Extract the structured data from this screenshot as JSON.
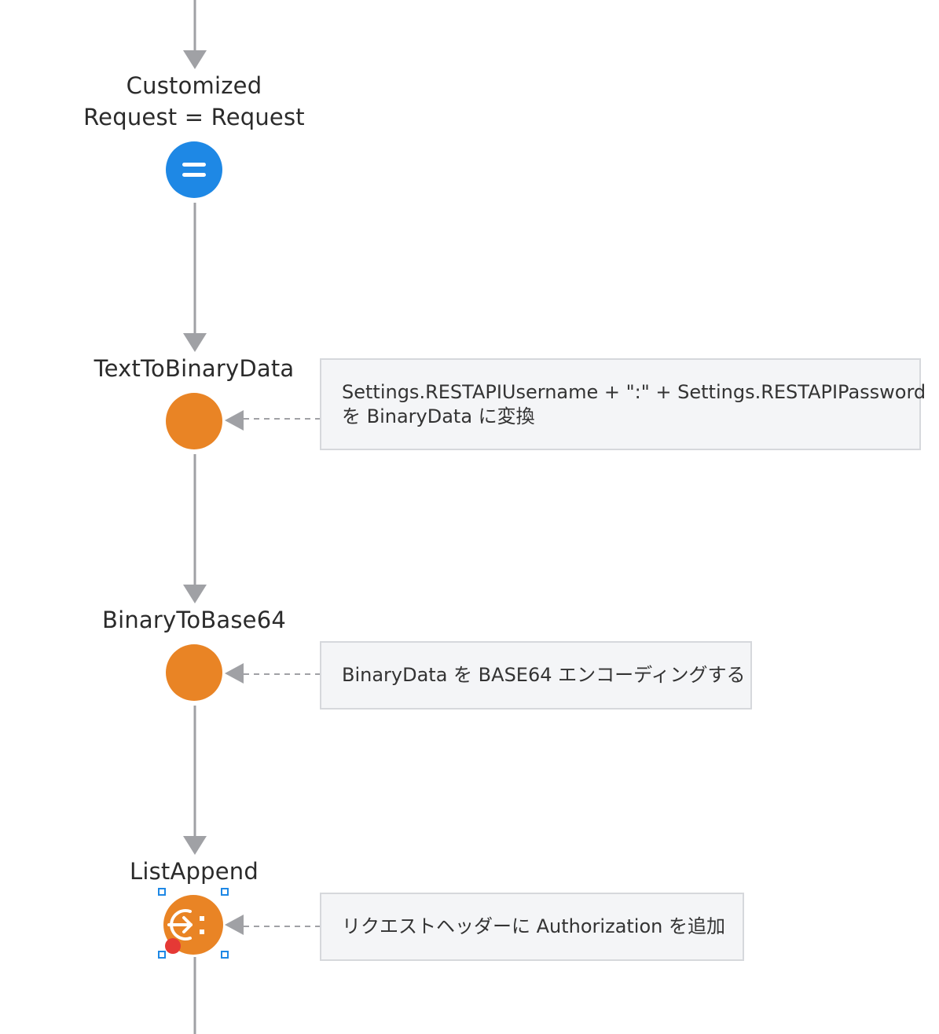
{
  "colors": {
    "connector": "#a0a1a5",
    "assign": "#1e88e5",
    "server_action": "#e98425",
    "selection": "#1e88e5",
    "breakpoint": "#e53935",
    "comment_bg": "#f4f5f7",
    "comment_border": "#d6d8dc"
  },
  "nodes": {
    "assign": {
      "label_lines": [
        "Customized",
        "Request = Request"
      ],
      "icon": "equals-icon"
    },
    "text_to_binary": {
      "label": "TextToBinaryData",
      "icon": "server-action-icon"
    },
    "binary_to_base64": {
      "label": "BinaryToBase64",
      "icon": "server-action-icon"
    },
    "list_append": {
      "label": "ListAppend",
      "icon": "list-append-icon",
      "selected": true,
      "has_breakpoint": true
    }
  },
  "comments": {
    "text_to_binary": {
      "lines": [
        "Settings.RESTAPIUsername + \":\" + Settings.RESTAPIPassword",
        "を BinaryData に変換"
      ]
    },
    "binary_to_base64": {
      "text": "BinaryData を BASE64 エンコーディングする"
    },
    "list_append": {
      "text": "リクエストヘッダーに Authorization を追加"
    }
  }
}
